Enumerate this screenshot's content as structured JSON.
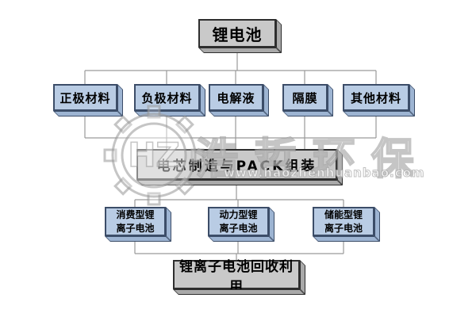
{
  "diagram": {
    "root": {
      "label": "锂电池"
    },
    "materials": [
      {
        "label": "正极材料"
      },
      {
        "label": "负极材料"
      },
      {
        "label": "电解液"
      },
      {
        "label": "隔膜"
      },
      {
        "label": "其他材料"
      }
    ],
    "assembly": {
      "label": "电芯制造与PACK组装"
    },
    "battery_types": [
      {
        "line1": "消费型锂",
        "line2": "离子电池"
      },
      {
        "line1": "动力型锂",
        "line2": "离子电池"
      },
      {
        "line1": "储能型锂",
        "line2": "离子电池"
      }
    ],
    "recycling": {
      "label": "锂离子电池回收利用"
    }
  },
  "watermark": {
    "logo_monogram": "HZ",
    "text": "浩哲环保",
    "url": "www.haozhenhuanbao.com"
  },
  "colors": {
    "node_gray_fill": "#c9c9c9",
    "node_blue_fill": "#b9cce4",
    "border_gray": "#2e2e2e",
    "border_blue": "#3c4d68",
    "connector_line": "#9a9a9a",
    "background": "#ffffff"
  }
}
